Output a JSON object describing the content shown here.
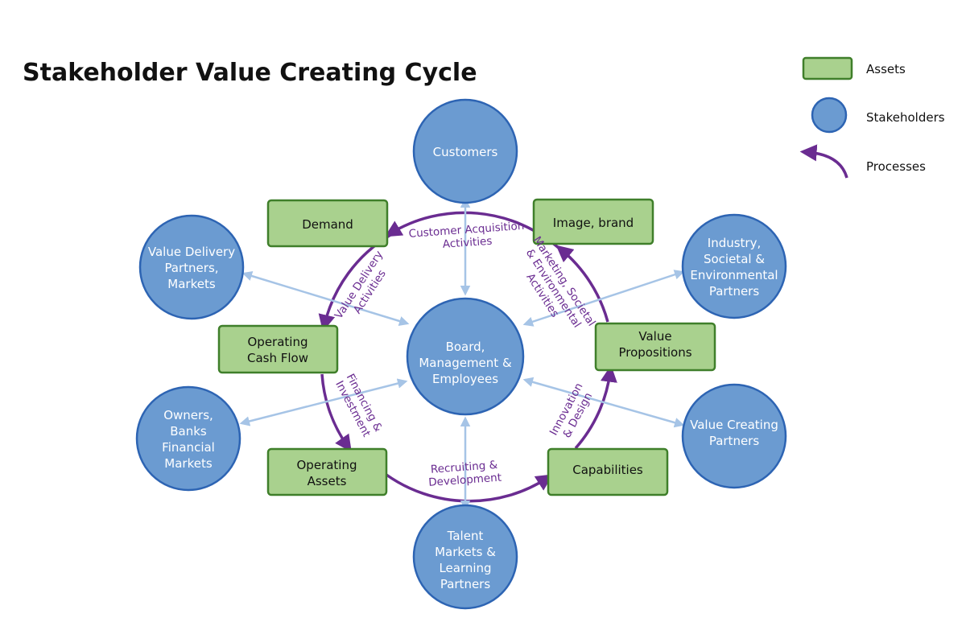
{
  "title": "Stakeholder Value Creating Cycle",
  "legend": {
    "assets": "Assets",
    "stakeholders": "Stakeholders",
    "processes": "Processes"
  },
  "center": {
    "lines": [
      "Board,",
      "Management &",
      "Employees"
    ]
  },
  "stakeholders": {
    "customers": {
      "lines": [
        "Customers"
      ]
    },
    "value_delivery": {
      "lines": [
        "Value Delivery",
        "Partners,",
        "Markets"
      ]
    },
    "industry": {
      "lines": [
        "Industry,",
        "Societal &",
        "Environmental",
        "Partners"
      ]
    },
    "owners": {
      "lines": [
        "Owners,",
        "Banks",
        "Financial",
        "Markets"
      ]
    },
    "value_creating": {
      "lines": [
        "Value Creating",
        "Partners"
      ]
    },
    "talent": {
      "lines": [
        "Talent",
        "Markets &",
        "Learning",
        "Partners"
      ]
    }
  },
  "assets": {
    "demand": {
      "lines": [
        "Demand"
      ]
    },
    "image_brand": {
      "lines": [
        "Image, brand"
      ]
    },
    "operating_cash_flow": {
      "lines": [
        "Operating",
        "Cash Flow"
      ]
    },
    "value_propositions": {
      "lines": [
        "Value",
        "Propositions"
      ]
    },
    "operating_assets": {
      "lines": [
        "Operating",
        "Assets"
      ]
    },
    "capabilities": {
      "lines": [
        "Capabilities"
      ]
    }
  },
  "processes": {
    "customer_acquisition": {
      "lines": [
        "Customer Acquisition",
        "Activities"
      ]
    },
    "marketing": {
      "lines": [
        "Marketing, Societal",
        "& Environmental",
        "Activities"
      ]
    },
    "value_delivery_activities": {
      "lines": [
        "Value Delivery",
        "Activities"
      ]
    },
    "financing": {
      "lines": [
        "Financing &",
        "Investment"
      ]
    },
    "innovation": {
      "lines": [
        "Innovation",
        "& Design"
      ]
    },
    "recruiting": {
      "lines": [
        "Recruiting &",
        "Development"
      ]
    }
  },
  "colors": {
    "asset_fill": "#a9d18e",
    "asset_stroke": "#3f7f2a",
    "stakeholder_fill": "#6b9bd1",
    "stakeholder_stroke": "#2d64b3",
    "process": "#6a2c91",
    "link": "#a6c4e6"
  }
}
